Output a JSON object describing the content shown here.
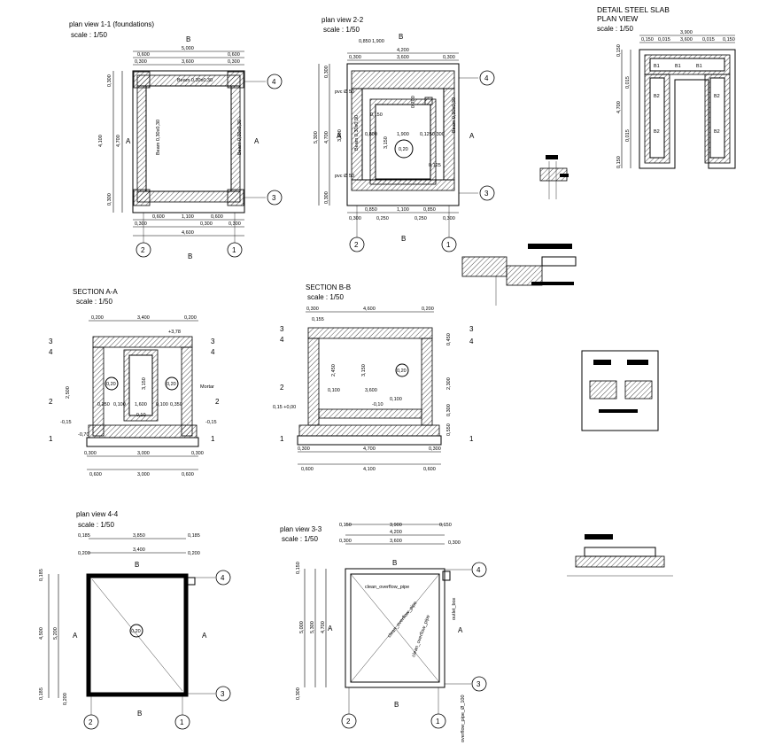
{
  "views": {
    "plan11": {
      "title": "plan view 1-1 (foundations)",
      "scale": "scale : 1/50",
      "dims_top": [
        "5,000",
        "0,600",
        "0,600",
        "0,300",
        "3,600",
        "0,300"
      ],
      "dims_bottom": [
        "0,300",
        "0,600",
        "1,100",
        "0,300",
        "0,600",
        "0,300",
        "4,600"
      ],
      "dims_left": [
        "0,300",
        "4,100",
        "4,700",
        "0,300"
      ],
      "inner_notes": [
        "Beam 0,30x0,30",
        "Beam 0,30x0,30",
        "Beam 0,30x0,30"
      ]
    },
    "plan22": {
      "title": "plan view  2-2",
      "scale": "scale : 1/50",
      "dims_top": [
        "4,200",
        "0,300",
        "3,600",
        "0,300",
        "0,850",
        "1,900"
      ],
      "dims_bottom": [
        "0,300",
        "0,850",
        "1,100",
        "0,850",
        "0,300",
        "0,250",
        "0,250"
      ],
      "dims_left": [
        "0,300",
        "4,700",
        "5,300",
        "0,300"
      ],
      "inner_dims": [
        "0,150",
        "0,700",
        "0,800",
        "1,900",
        "0,125",
        "0,300",
        "3,150",
        "0,125",
        "3,600"
      ],
      "notes": [
        "pvc Ø 50",
        "pvc Ø 50",
        "Beam 0,30x0,30",
        "Beam 0,30x0,30"
      ],
      "circle": "0,20"
    },
    "detail": {
      "title": "DETAIL STEEL SLAB",
      "subtitle": "PLAN VIEW",
      "scale": "scale : 1/50",
      "dims_top": [
        "3,900",
        "0,150",
        "0,015",
        "3,600",
        "0,015",
        "0,150"
      ],
      "dims_left": [
        "0,150",
        "0,015",
        "4,700",
        "0,015",
        "0,150"
      ],
      "marks": [
        "B1",
        "B1",
        "B1",
        "B2",
        "B2",
        "B2",
        "B2"
      ]
    },
    "secAA": {
      "title": "SECTION A-A",
      "scale": "scale : 1/50",
      "dims_top": [
        "0,200",
        "3,400",
        "0,200"
      ],
      "dims_bottom": [
        "0,300",
        "3,000",
        "0,300",
        "0,600",
        "3,000",
        "0,600"
      ],
      "dims": [
        "2,500",
        "3,150",
        "0,250",
        "0,100",
        "1,600",
        "0,100",
        "0,350",
        "-0,15",
        "-0,15",
        "-0,70",
        "+3,78",
        "-0,10"
      ],
      "circles": [
        "0,20",
        "0,20"
      ],
      "note": "Mortar",
      "levels": [
        "3",
        "4",
        "2",
        "1",
        "3",
        "4",
        "2",
        "1"
      ]
    },
    "secBB": {
      "title": "SECTION B-B",
      "scale": "scale : 1/50",
      "dims_top": [
        "0,300",
        "4,600",
        "0,200",
        "0,155"
      ],
      "dims_bottom": [
        "0,300",
        "4,700",
        "0,300",
        "0,600",
        "4,100",
        "0,600"
      ],
      "dims": [
        "2,450",
        "3,150",
        "0,100",
        "3,600",
        "0,100",
        "-0,10",
        "0,450",
        "2,300",
        "0,300",
        "0,550"
      ],
      "circle": "0,20",
      "note": "0,15 +0,00",
      "levels": [
        "3",
        "4",
        "2",
        "1",
        "3",
        "4",
        "1"
      ]
    },
    "plan44": {
      "title": "plan view 4-4",
      "scale": "scale : 1/50",
      "dims_top": [
        "3,850",
        "0,185",
        "0,185",
        "0,200",
        "3,400",
        "0,200"
      ],
      "dims_left": [
        "0,185",
        "4,500",
        "5,200",
        "0,185",
        "0,200"
      ],
      "circle": "0,20"
    },
    "plan33": {
      "title": "plan view 3-3",
      "scale": "scale : 1/50",
      "dims_top": [
        "3,900",
        "0,150",
        "0,150",
        "4,200",
        "0,300",
        "3,600",
        "0,300"
      ],
      "dims_left": [
        "0,150",
        "5,000",
        "5,300",
        "4,700",
        "0,300"
      ],
      "notes": [
        "clean_overflow_pipe",
        "clean_overflow_pipe",
        "clean_overflow_pipe",
        "outlet_box",
        "overflow_pipe_Ø_100"
      ]
    }
  },
  "axes": {
    "plan11": [
      "4",
      "3",
      "2",
      "1"
    ],
    "plan22": [
      "4",
      "3",
      "2",
      "1"
    ],
    "plan44": [
      "4",
      "3",
      "2",
      "1"
    ],
    "plan33": [
      "4",
      "3",
      "2",
      "1"
    ]
  },
  "section_marks": {
    "B": "B",
    "A": "A"
  }
}
